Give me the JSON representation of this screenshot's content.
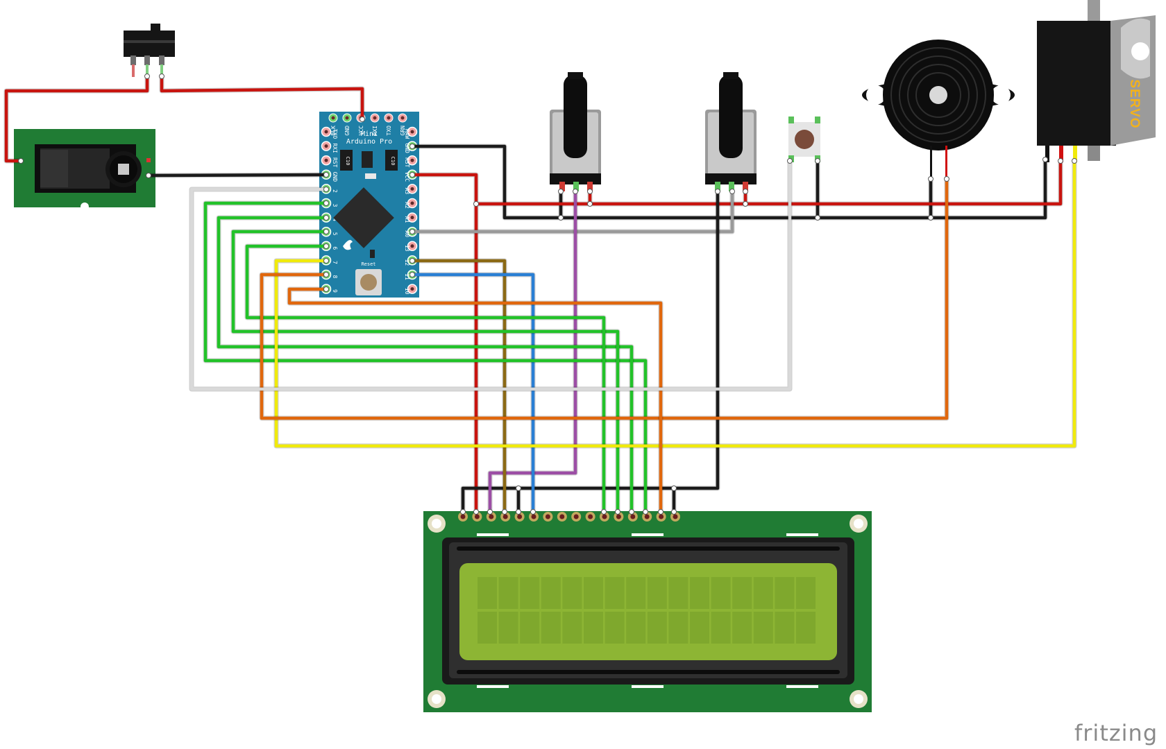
{
  "colors": {
    "red": "#c8140f",
    "black": "#1b1b1b",
    "green": "#22c229",
    "white": "#d9d9d9",
    "grey": "#9a9a9a",
    "yellow": "#f0ea0c",
    "orange": "#e0670d",
    "brown": "#8b6914",
    "blue": "#2a7fd4",
    "purple": "#9c4ea5",
    "board_blue": "#1f7fa6",
    "pcb_green": "#207c34",
    "lcd_screen": "#8db534"
  },
  "arduino": {
    "name_line1": "Mini",
    "name_line2": "Arduino Pro",
    "reset_label": "Reset",
    "top_pins": [
      "BLK",
      "GND",
      "VCC",
      "RXI",
      "TXO",
      "GRN"
    ],
    "left_pins": [
      "TXO",
      "RXI",
      "RST",
      "GND",
      "2",
      "3",
      "4",
      "5",
      "6",
      "7",
      "8",
      "9"
    ],
    "right_pins": [
      "RAW",
      "GND",
      "RST",
      "VCC",
      "A3",
      "A2",
      "A1",
      "A0",
      "13",
      "12",
      "11",
      "10"
    ],
    "cap_label": "C10"
  },
  "servo": {
    "label": "SERVO"
  },
  "watermark": {
    "text": "fritzing"
  },
  "components": [
    "slide-switch",
    "dc-power-jack",
    "arduino-pro-mini",
    "potentiometer",
    "potentiometer",
    "pushbutton",
    "piezo-buzzer",
    "servo-motor",
    "lcd-16x2"
  ]
}
